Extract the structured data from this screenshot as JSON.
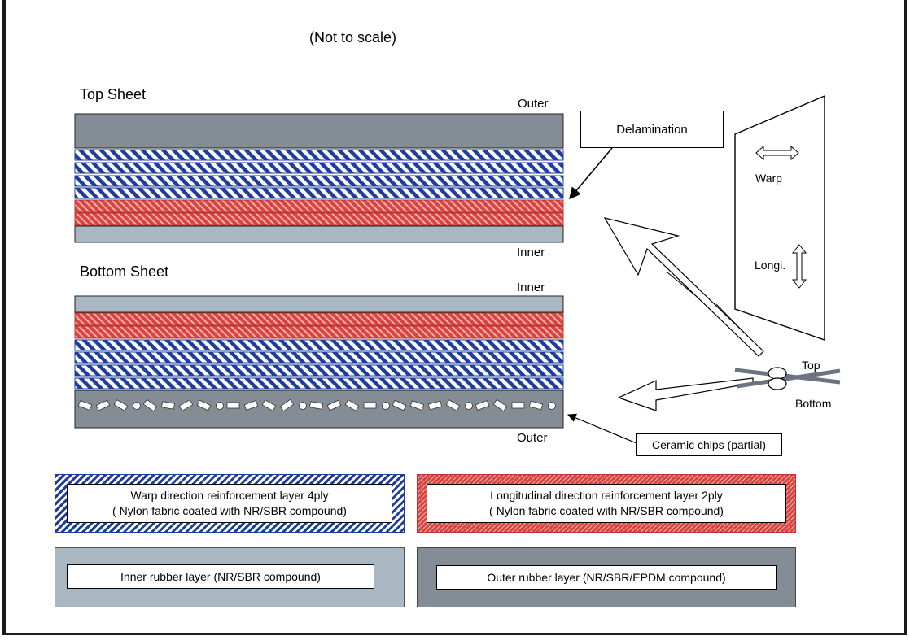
{
  "note": "(Not to scale)",
  "top_sheet": {
    "title": "Top Sheet",
    "outer_label": "Outer",
    "inner_label": "Inner"
  },
  "bottom_sheet": {
    "title": "Bottom Sheet",
    "inner_label": "Inner",
    "outer_label": "Outer"
  },
  "callouts": {
    "delamination": "Delamination",
    "ceramic_chips": "Ceramic chips (partial)"
  },
  "orientation": {
    "warp": "Warp",
    "longi": "Longi.",
    "top": "Top",
    "bottom": "Bottom"
  },
  "legend": {
    "warp_line1": "Warp direction reinforcement layer  4ply",
    "warp_line2": "( Nylon fabric coated with NR/SBR compound)",
    "long_line1": "Longitudinal direction reinforcement layer  2ply",
    "long_line2": "( Nylon fabric coated with NR/SBR compound)",
    "inner": "Inner rubber layer (NR/SBR compound)",
    "outer": "Outer rubber layer (NR/SBR/EPDM compound)"
  },
  "colors": {
    "outer_rubber": "#848d96",
    "inner_rubber": "#a9b7c3",
    "warp_stripe": "#1f3d9c",
    "long_stripe": "#d9413f"
  }
}
